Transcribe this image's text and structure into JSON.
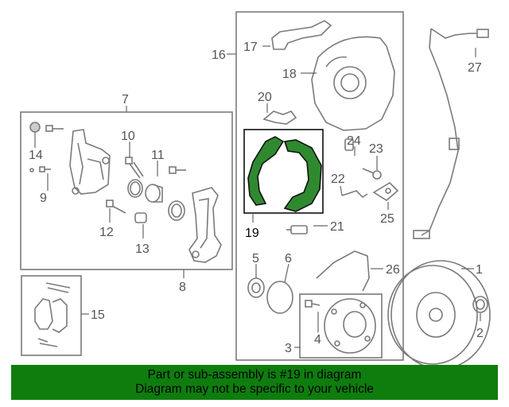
{
  "callouts": [
    "1",
    "2",
    "3",
    "4",
    "5",
    "6",
    "7",
    "8",
    "9",
    "10",
    "11",
    "12",
    "13",
    "14",
    "15",
    "16",
    "17",
    "18",
    "19",
    "20",
    "21",
    "22",
    "23",
    "24",
    "25",
    "26",
    "27"
  ],
  "highlighted_part": "19",
  "highlight_color": "#2f8a2f",
  "banner": {
    "line1": "Part or sub-assembly is #19 in diagram",
    "line2": "Diagram may not be specific to your vehicle",
    "background": "#0e7d0e"
  }
}
